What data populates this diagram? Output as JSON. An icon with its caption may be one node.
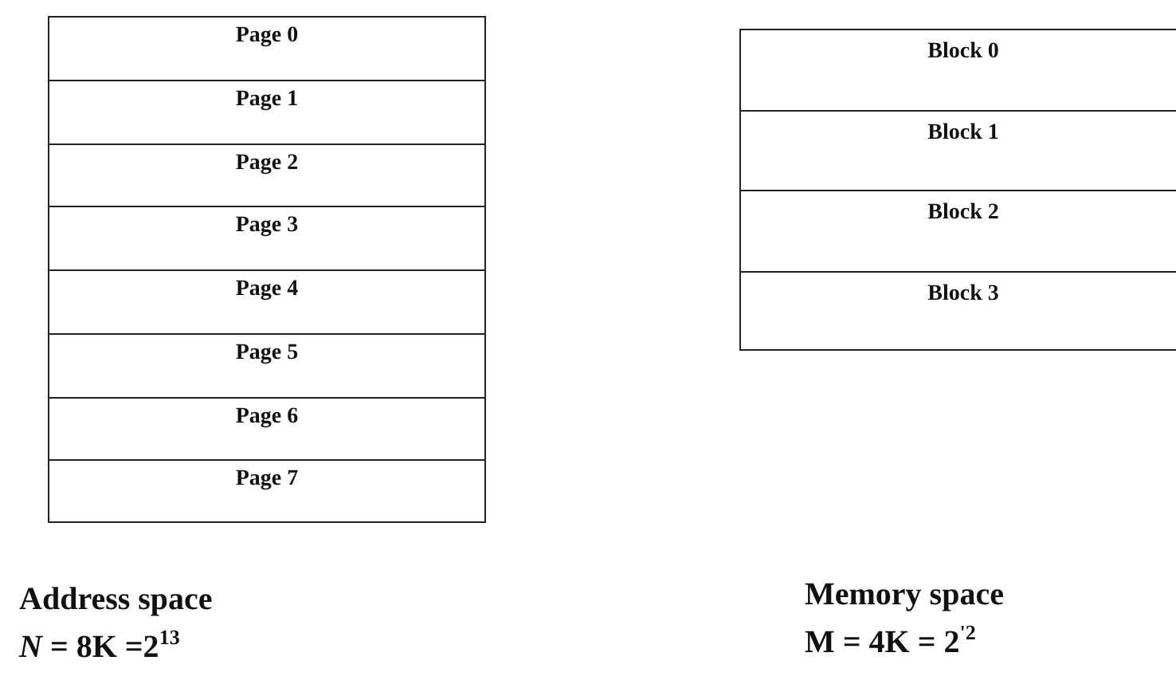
{
  "diagram": {
    "nodes": [
      {
        "text": [
          "Page 0"
        ]
      },
      {
        "text": [
          "Page 1"
        ]
      },
      {
        "text": [
          "Page 2"
        ]
      },
      {
        "text": [
          "Page 3"
        ]
      },
      {
        "text": [
          "Page 4"
        ]
      },
      {
        "text": [
          "Page 5"
        ]
      },
      {
        "text": [
          "Page 6"
        ]
      },
      {
        "text": [
          "Page 7"
        ]
      },
      {
        "text": [
          "Block 0"
        ]
      },
      {
        "text": [
          "Block 1"
        ]
      },
      {
        "text": [
          "Block 2"
        ]
      },
      {
        "text": [
          "Block 3"
        ]
      }
    ],
    "edges": [],
    "labels": [
      "Address space",
      "*N* = 8K =2$^{13}$",
      "Memory space",
      "M = 4K = 2$^{'2}$"
    ]
  }
}
